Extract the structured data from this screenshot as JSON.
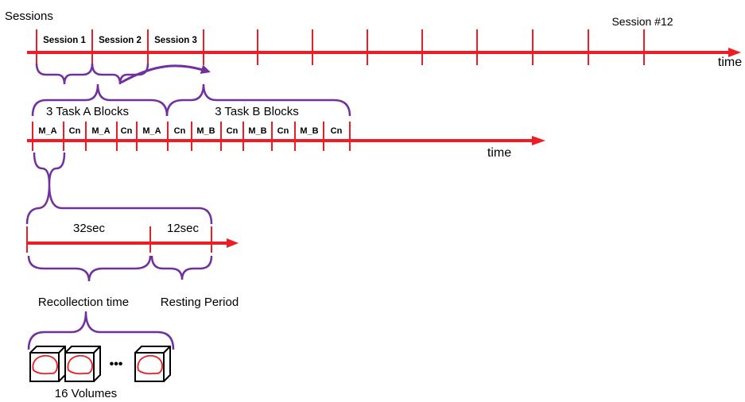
{
  "title": "Sessions",
  "session_labels": [
    "Session 1",
    "Session 2",
    "Session 3"
  ],
  "last_session_label": "Session #12",
  "time_label": "time",
  "task_a_blocks_label": "3 Task A Blocks",
  "task_b_blocks_label": "3 Task  B Blocks",
  "block_labels": [
    "M_A",
    "Cn",
    "M_A",
    "Cn",
    "M_A",
    "Cn",
    "M_B",
    "Cn",
    "M_B",
    "Cn",
    "M_B",
    "Cn"
  ],
  "recollection_duration": "32sec",
  "rest_duration": "12sec",
  "recollection_label": "Recollection time",
  "resting_label": "Resting Period",
  "volumes_label": "16 Volumes",
  "ellipsis": "•••",
  "colors": {
    "timeline": "#ee1c24",
    "brace": "#7030a0",
    "volume_box": "#000000",
    "brain": "#ee1c24"
  }
}
